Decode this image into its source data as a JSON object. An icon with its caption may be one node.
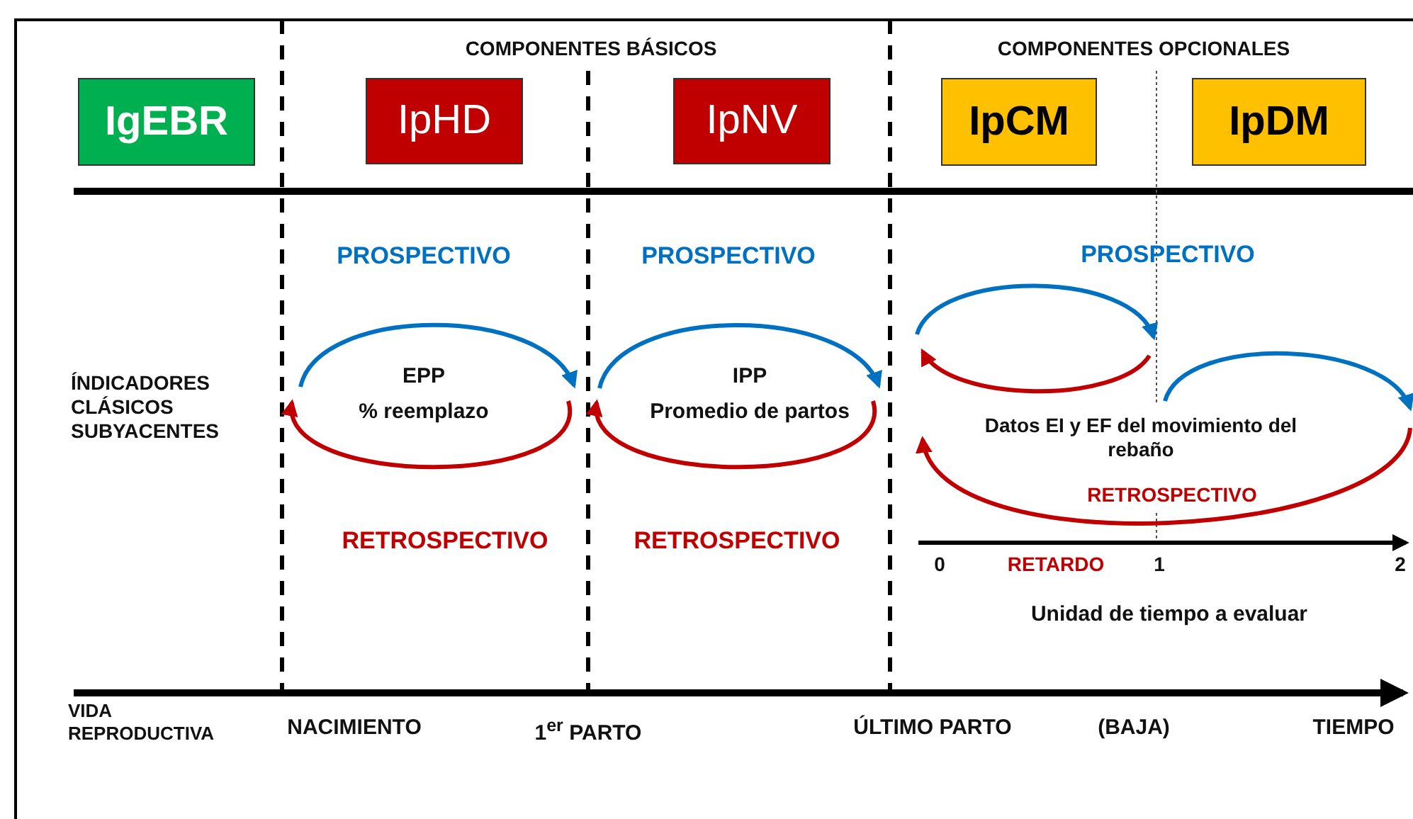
{
  "diagram": {
    "nodes": [
      {
        "text": [
          "IgEBR"
        ]
      },
      {
        "text": [
          "IpHD"
        ]
      },
      {
        "text": [
          "IpNV"
        ]
      },
      {
        "text": [
          "IpCM"
        ]
      },
      {
        "text": [
          "IpDM"
        ]
      }
    ],
    "labels": [
      "COMPONENTES BÁSICOS",
      "COMPONENTES OPCIONALES",
      "PROSPECTIVO",
      "PROSPECTIVO",
      "PROSPECTIVO",
      "ÍNDICADORES CLÁSICOS SUBYACENTES",
      "EPP",
      "% reemplazo",
      "IPP",
      "Promedio de partos",
      "Datos EI y EF del movimiento del rebaño",
      "RETROSPECTIVO",
      "RETROSPECTIVO",
      "RETROSPECTIVO",
      "0",
      "RETARDO",
      "1",
      "2",
      "Unidad de tiempo a evaluar",
      "VIDA REPRODUCTIVA",
      "NACIMIENTO",
      "1$^{er}$ PARTO",
      "ÚLTIMO PARTO",
      "(BAJA)",
      "TIEMPO"
    ]
  }
}
